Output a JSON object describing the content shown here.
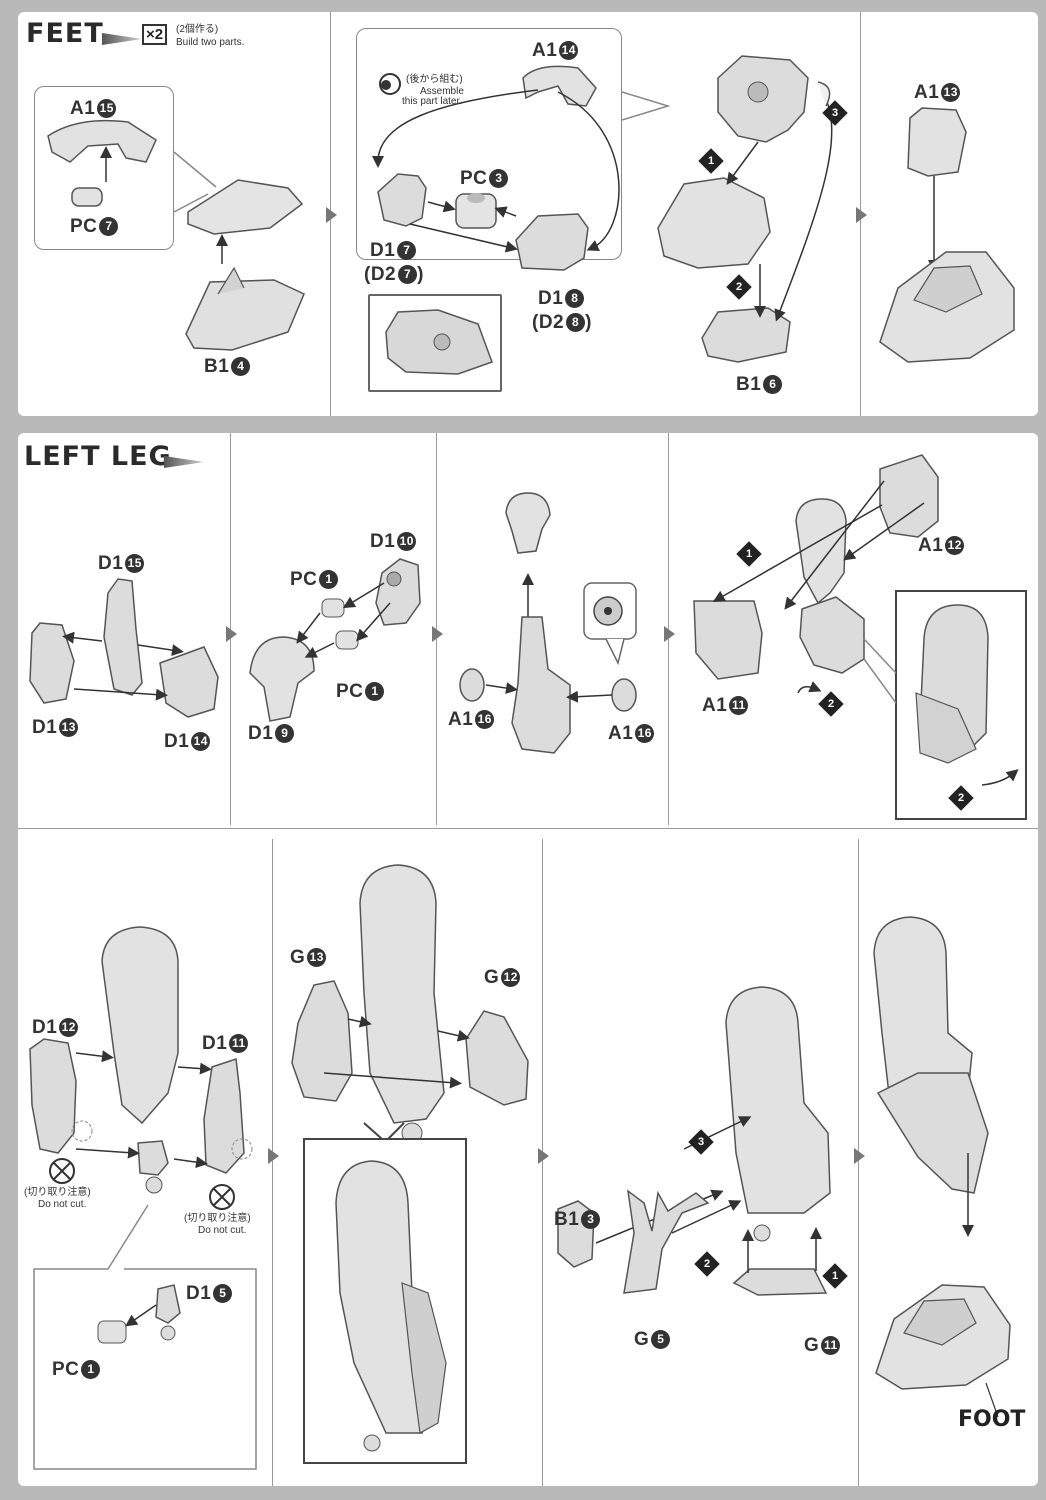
{
  "feet": {
    "title": "FEET",
    "multiplier": "×2",
    "build_jp": "(2個作る)",
    "build_en": "Build two parts.",
    "step1": {
      "a1": "A1",
      "a1_no": "15",
      "pc": "PC",
      "pc_no": "7",
      "b1": "B1",
      "b1_no": "4"
    },
    "step2": {
      "a1": "A1",
      "a1_no": "14",
      "later_jp": "(後から組む)",
      "later_en1": "Assemble",
      "later_en2": "this part later.",
      "pc": "PC",
      "pc_no": "3",
      "d1a": "D1",
      "d1a_no": "7",
      "d2a": "(D2",
      "d2a_no": "7",
      "d2a_close": ")",
      "d1b": "D1",
      "d1b_no": "8",
      "d2b": "(D2",
      "d2b_no": "8",
      "d2b_close": ")"
    },
    "step3": {
      "b1": "B1",
      "b1_no": "6",
      "s1": "1",
      "s2": "2",
      "s3": "3"
    },
    "step4": {
      "a1": "A1",
      "a1_no": "13"
    }
  },
  "left_leg": {
    "title": "LEFT LEG",
    "step1": {
      "d1_15": "D1",
      "n15": "15",
      "d1_13": "D1",
      "n13": "13",
      "d1_14": "D1",
      "n14": "14"
    },
    "step2": {
      "d1_10": "D1",
      "n10": "10",
      "pc_top": "PC",
      "pc_top_no": "1",
      "pc_bot": "PC",
      "pc_bot_no": "1",
      "d1_9": "D1",
      "n9": "9"
    },
    "step3": {
      "a1_left": "A1",
      "a1_left_no": "16",
      "a1_right": "A1",
      "a1_right_no": "16"
    },
    "step4": {
      "a1_12": "A1",
      "n12": "12",
      "a1_11": "A1",
      "n11": "11",
      "s1": "1",
      "s2": "2",
      "s2b": "2"
    },
    "step5": {
      "d1_12": "D1",
      "n12": "12",
      "d1_11": "D1",
      "n11": "11",
      "nocut_jp": "(切り取り注意)",
      "nocut_en": "Do not cut.",
      "nocut_jp2": "(切り取り注意)",
      "nocut_en2": "Do not cut.",
      "d1_5": "D1",
      "n5": "5",
      "pc": "PC",
      "pc_no": "1"
    },
    "step6": {
      "g13": "G",
      "n13": "13",
      "g12": "G",
      "n12": "12"
    },
    "step7": {
      "b1": "B1",
      "b1_no": "3",
      "g5": "G",
      "g5_no": "5",
      "g11": "G",
      "g11_no": "11",
      "s1": "1",
      "s2": "2",
      "s3": "3"
    },
    "step8": {
      "foot": "FOOT"
    }
  }
}
